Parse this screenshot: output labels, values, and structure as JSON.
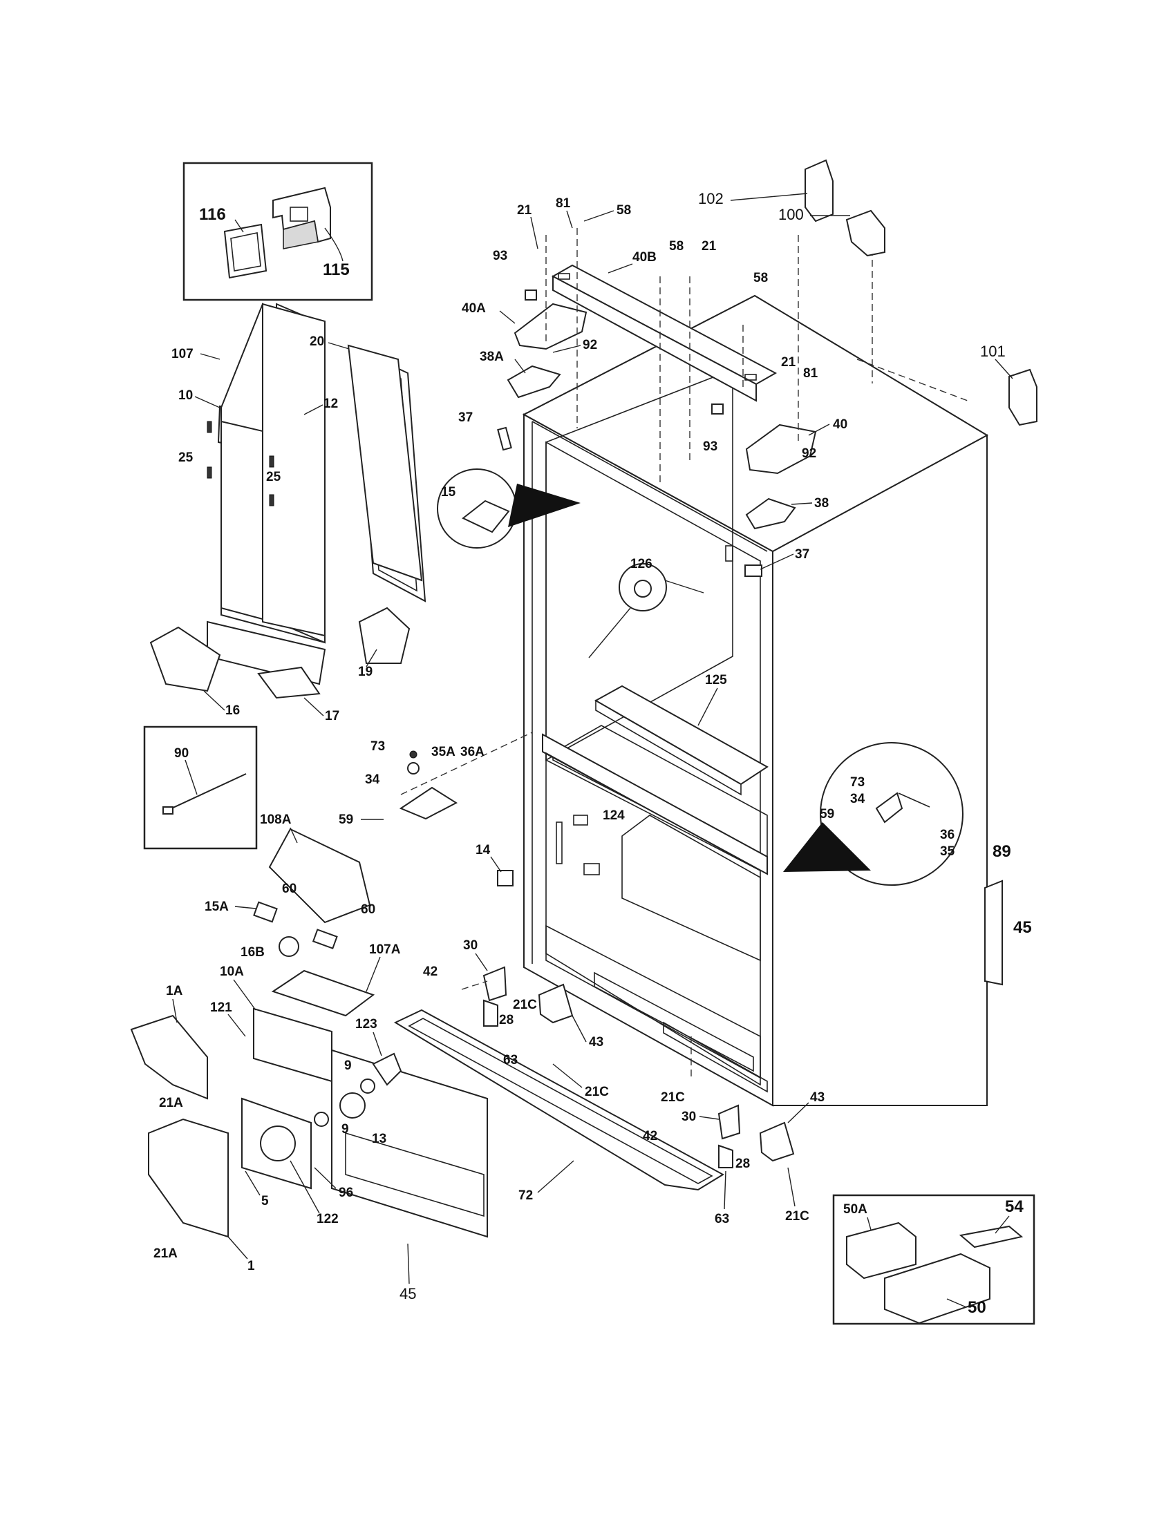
{
  "diagram": {
    "labels": {
      "116": "116",
      "115": "115",
      "102": "102",
      "100": "100",
      "101": "101",
      "21a": "21",
      "81a": "81",
      "58a": "58",
      "93a": "93",
      "40B": "40B",
      "58b": "58",
      "21b": "21",
      "58c": "58",
      "40A": "40A",
      "92a": "92",
      "38A": "38A",
      "37a": "37",
      "21c": "21",
      "81b": "81",
      "40": "40",
      "93b": "93",
      "92b": "92",
      "38": "38",
      "37b": "37",
      "107": "107",
      "20": "20",
      "10": "10",
      "12": "12",
      "25a": "25",
      "25b": "25",
      "15": "15",
      "126": "126",
      "19": "19",
      "16": "16",
      "17": "17",
      "125": "125",
      "90": "90",
      "73a": "73",
      "35A": "35A",
      "36A": "36A",
      "34a": "34",
      "59a": "59",
      "108A": "108A",
      "124": "124",
      "14": "14",
      "73b": "73",
      "34b": "34",
      "59b": "59",
      "36": "36",
      "35": "35",
      "89": "89",
      "45a": "45",
      "60a": "60",
      "15A": "15A",
      "60b": "60",
      "16B": "16B",
      "107A": "107A",
      "30a": "30",
      "42a": "42",
      "21Ca": "21C",
      "28a": "28",
      "63a": "63",
      "43a": "43",
      "21Cb": "21C",
      "1A": "1A",
      "10A": "10A",
      "121": "121",
      "123": "123",
      "9a": "9",
      "9b": "9",
      "13": "13",
      "21Aa": "21A",
      "96": "96",
      "5": "5",
      "122": "122",
      "21Ab": "21A",
      "1": "1",
      "45b": "45",
      "72": "72",
      "21Cc": "21C",
      "30b": "30",
      "42b": "42",
      "43b": "43",
      "28b": "28",
      "63b": "63",
      "21Cd": "21C",
      "50A": "50A",
      "54": "54",
      "50": "50"
    }
  }
}
